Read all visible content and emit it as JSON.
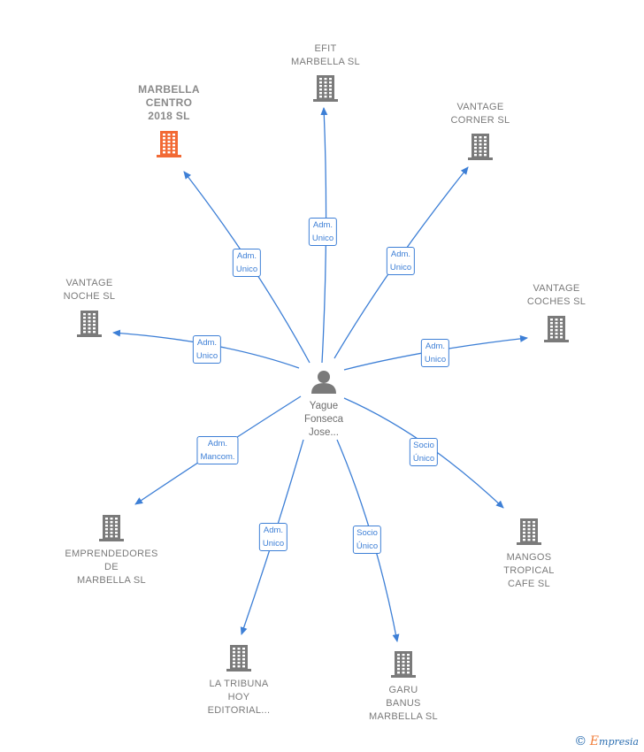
{
  "diagram": {
    "center": {
      "id": "person",
      "label_lines": [
        "Yague",
        "Fonseca",
        "Jose..."
      ],
      "icon": "person-icon"
    },
    "colors": {
      "edge": "#3d7fd6",
      "building": "#7a7a7a",
      "building_highlight": "#f26a35"
    },
    "nodes": [
      {
        "id": "efit",
        "label_lines": [
          "EFIT",
          "MARBELLA  SL"
        ],
        "icon": "building-icon",
        "highlight": false
      },
      {
        "id": "marbella-centro",
        "label_lines": [
          "MARBELLA",
          "CENTRO",
          "2018  SL"
        ],
        "icon": "building-icon",
        "highlight": true
      },
      {
        "id": "vantage-corner",
        "label_lines": [
          "VANTAGE",
          "CORNER SL"
        ],
        "icon": "building-icon",
        "highlight": false
      },
      {
        "id": "vantage-noche",
        "label_lines": [
          "VANTAGE",
          "NOCHE SL"
        ],
        "icon": "building-icon",
        "highlight": false
      },
      {
        "id": "vantage-coches",
        "label_lines": [
          "VANTAGE",
          "COCHES SL"
        ],
        "icon": "building-icon",
        "highlight": false
      },
      {
        "id": "emprendedores",
        "label_lines": [
          "EMPRENDEDORES",
          "DE",
          "MARBELLA SL"
        ],
        "icon": "building-icon",
        "highlight": false
      },
      {
        "id": "mangos",
        "label_lines": [
          "MANGOS",
          "TROPICAL",
          "CAFE SL"
        ],
        "icon": "building-icon",
        "highlight": false
      },
      {
        "id": "la-tribuna",
        "label_lines": [
          "LA TRIBUNA",
          "HOY",
          "EDITORIAL..."
        ],
        "icon": "building-icon",
        "highlight": false
      },
      {
        "id": "garu",
        "label_lines": [
          "GARU",
          "BANUS",
          "MARBELLA  SL"
        ],
        "icon": "building-icon",
        "highlight": false
      }
    ],
    "edges": [
      {
        "to": "efit",
        "label_lines": [
          "Adm.",
          "Unico"
        ]
      },
      {
        "to": "marbella-centro",
        "label_lines": [
          "Adm.",
          "Unico"
        ]
      },
      {
        "to": "vantage-corner",
        "label_lines": [
          "Adm.",
          "Unico"
        ]
      },
      {
        "to": "vantage-noche",
        "label_lines": [
          "Adm.",
          "Unico"
        ]
      },
      {
        "to": "vantage-coches",
        "label_lines": [
          "Adm.",
          "Unico"
        ]
      },
      {
        "to": "emprendedores",
        "label_lines": [
          "Adm.",
          "Mancom."
        ]
      },
      {
        "to": "mangos",
        "label_lines": [
          "Socio",
          "Único"
        ]
      },
      {
        "to": "la-tribuna",
        "label_lines": [
          "Adm.",
          "Unico"
        ]
      },
      {
        "to": "garu",
        "label_lines": [
          "Socio",
          "Único"
        ]
      }
    ]
  },
  "footer": {
    "copyright_symbol": "©",
    "brand_initial": "E",
    "brand_rest": "mpresia"
  }
}
